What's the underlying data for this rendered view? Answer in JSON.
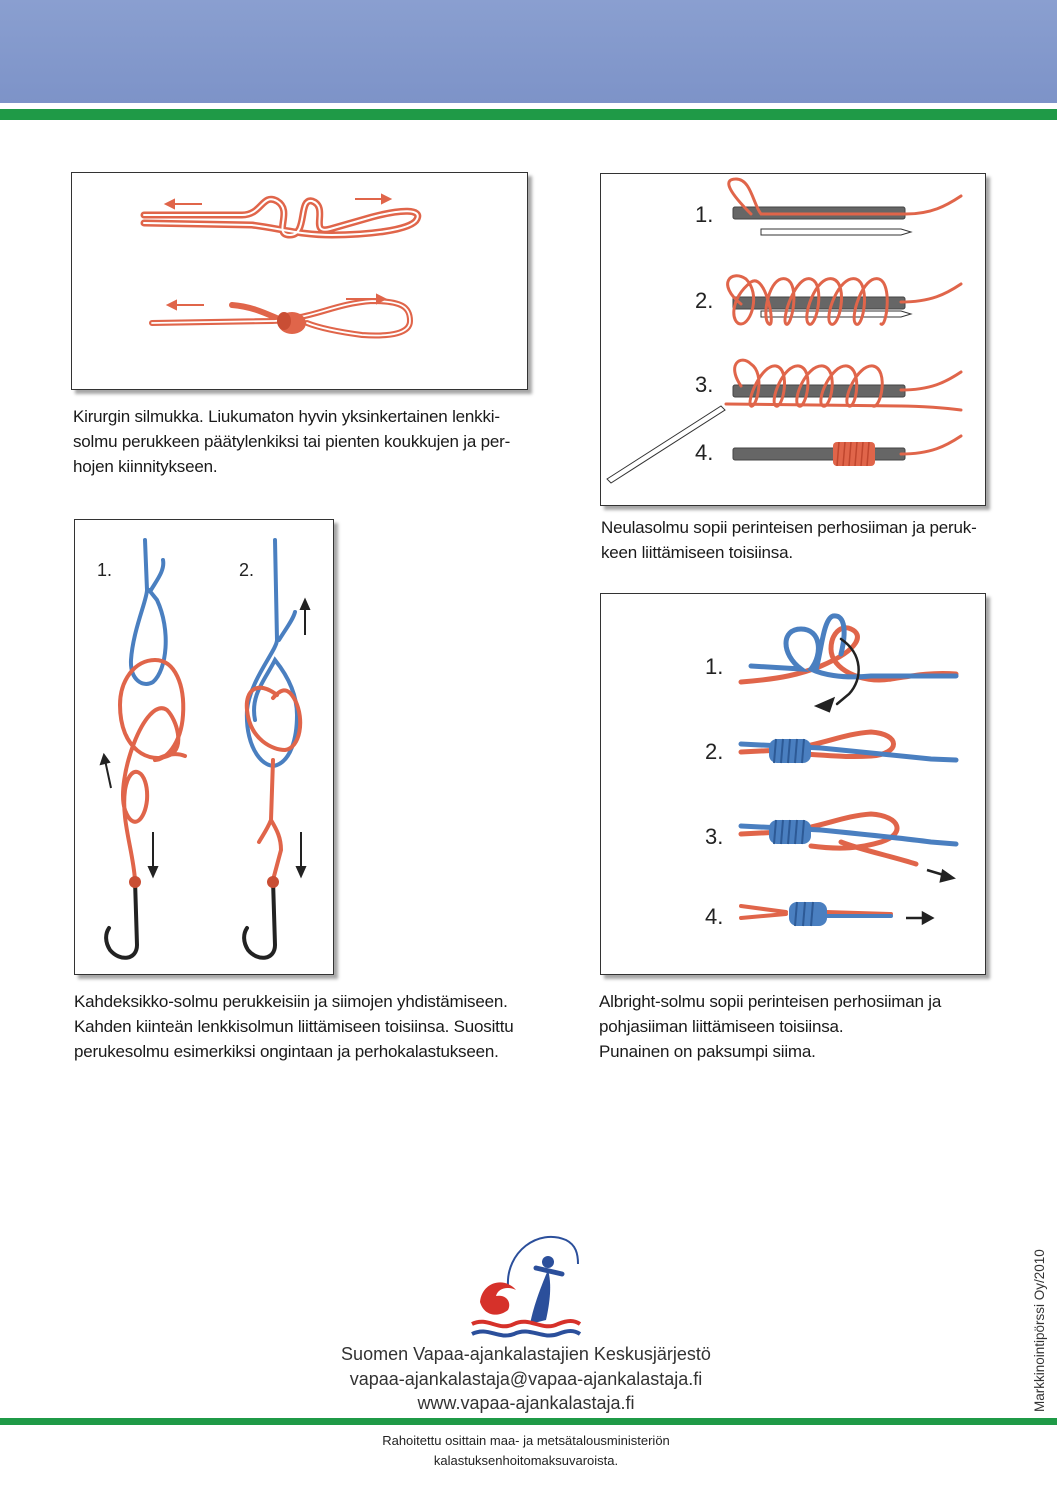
{
  "figures": {
    "surgeon_loop": {
      "caption": [
        "Kirurgin silmukka. Liukumaton hyvin yksinkertainen lenkki-",
        "solmu perukkeen päätylenkiksi tai pienten koukkujen ja per-",
        "hojen kiinnitykseen."
      ]
    },
    "nail_knot": {
      "steps": [
        "1.",
        "2.",
        "3.",
        "4."
      ],
      "caption": [
        "Neulasolmu sopii perinteisen perhosiiman ja peruk-",
        "keen liittämiseen toisiinsa."
      ]
    },
    "figure_eight": {
      "steps": [
        "1.",
        "2."
      ],
      "caption": [
        "Kahdeksikko-solmu perukkeisiin ja siimojen yhdistämiseen.",
        "Kahden kiinteän lenkkisolmun liittämiseen toisiinsa. Suosittu",
        "perukesolmu esimerkiksi ongintaan ja perhokalastukseen."
      ]
    },
    "albright": {
      "steps": [
        "1.",
        "2.",
        "3.",
        "4."
      ],
      "caption": [
        "Albright-solmu sopii perinteisen perhosiiman ja",
        "pohjasiiman liittämiseen toisiinsa.",
        "Punainen on paksumpi siima."
      ]
    }
  },
  "footer": {
    "org_name": "Suomen Vapaa-ajankalastajien Keskusjärjestö",
    "email": "vapaa-ajankalastaja@vapaa-ajankalastaja.fi",
    "website": "www.vapaa-ajankalastaja.fi",
    "funding": [
      "Rahoitettu osittain maa- ja metsätalousministeriön",
      "kalastuksenhoitomaksuvaroista."
    ],
    "side_credit": "Markkinointipörssi Oy/2010"
  },
  "colors": {
    "header_blue": "#7d93c8",
    "brand_green": "#1f9a47",
    "line_red": "#e0654a",
    "line_blue": "#4a7fc0",
    "tube_gray": "#666666"
  },
  "icons": {
    "logo": "fisherman-and-fish-logo",
    "arrow": "direction-arrow-icon"
  }
}
